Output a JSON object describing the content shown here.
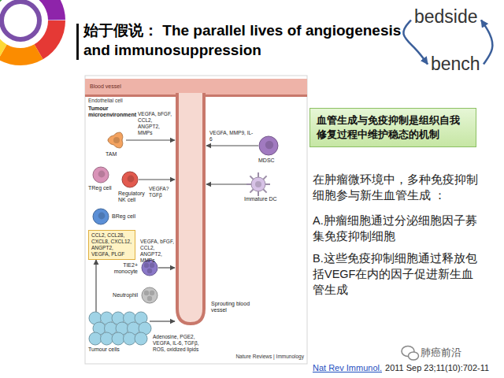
{
  "diagram": {
    "title": "始于假说： The parallel lives of angiogenesis and immunosuppression",
    "nodes": [
      {
        "text": [
          "bedside"
        ]
      },
      {
        "text": [
          "bench"
        ]
      },
      {
        "text": [
          "Blood vessel"
        ]
      },
      {
        "text": [
          "TAM"
        ]
      },
      {
        "text": [
          "TReg cell"
        ]
      },
      {
        "text": [
          "Regulatory NK cell"
        ]
      },
      {
        "text": [
          "BReg cell"
        ]
      },
      {
        "text": [
          "CCL2, CCL28, CXCL8, CXCL12, ANGPT2, VEGFA, PLGF"
        ]
      },
      {
        "text": [
          "TIE2+ monocyte"
        ]
      },
      {
        "text": [
          "Neutrophil"
        ]
      },
      {
        "text": [
          "Tumour cells"
        ]
      },
      {
        "text": [
          "Sprouting blood vessel"
        ]
      },
      {
        "text": [
          "MDSC"
        ]
      },
      {
        "text": [
          "Immature DC"
        ]
      },
      {
        "text": [
          "血管生成与免疫抑制是组织自我修复过程中维护稳态的机制"
        ]
      }
    ],
    "edges": [
      {
        "from": 0,
        "to": 1,
        "arrow": "to"
      },
      {
        "from": 1,
        "to": 0,
        "arrow": "to"
      },
      {
        "from": 3,
        "to": 11,
        "label": "VEGFA, bFGF, CCL2, ANGPT2, MMPs",
        "arrow": "to"
      },
      {
        "from": 5,
        "to": 11,
        "label": "VEGFA? TGFβ",
        "arrow": "to"
      },
      {
        "from": 8,
        "to": 11,
        "label": "VEGFA, bFGF, CCL2, ANGPT2, MMPs",
        "arrow": "to"
      },
      {
        "from": 10,
        "to": 11,
        "label": "Adenosine, PGE2, VEGFA, IL-6, TGFβ, ROS, oxidized lipids",
        "arrow": "to"
      },
      {
        "from": 10,
        "to": 7,
        "arrow": "to"
      },
      {
        "from": 12,
        "to": 11,
        "label": "VEGFA, MMP9, IL-6",
        "arrow": "to"
      },
      {
        "from": 13,
        "to": 11,
        "arrow": "to"
      }
    ],
    "labels": [
      "Endothelial cell",
      "Tumour microenvironment",
      "Nature Reviews | Immunology",
      "在肿瘤微环境中，多种免疫抑制细胞参与新生血管生成 ：",
      "A.肿瘤细胞通过分泌细胞因子募集免疫抑制细胞",
      "B.这些免疫抑制细胞通过释放包括VEGF在内的因子促进新生血管生成",
      "肺癌前沿",
      "Nat Rev Immunol.",
      "2011 Sep 23;11(10):702-11"
    ]
  }
}
